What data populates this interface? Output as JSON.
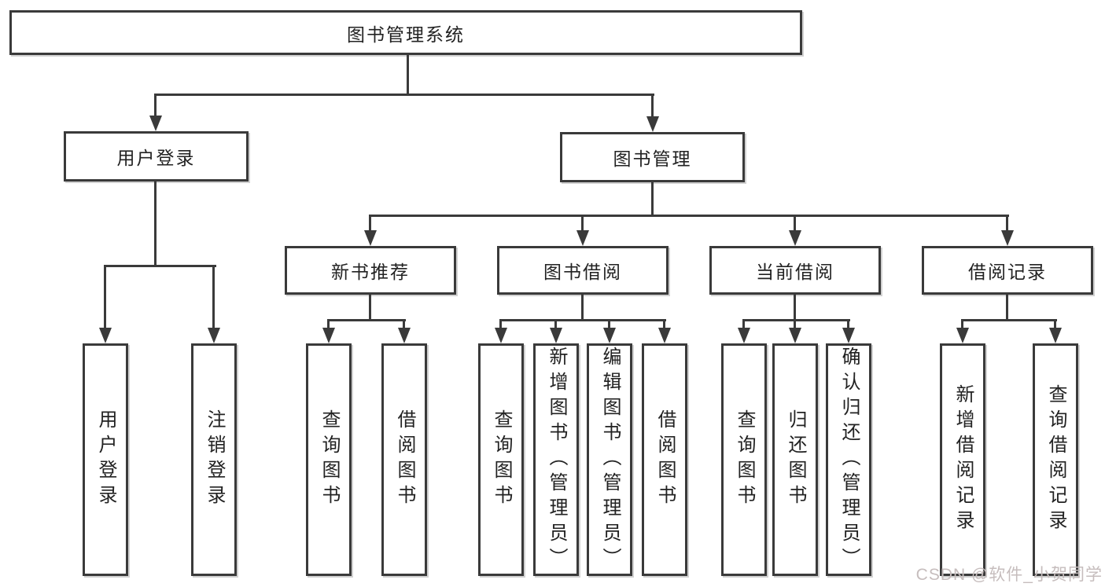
{
  "colors": {
    "line": "#3a3a3a",
    "text": "#222222",
    "box_background": "#ffffff",
    "watermark": "#c6bdbd",
    "background": "#ffffff"
  },
  "nodes": {
    "root": "图书管理系统",
    "user_login": "用户登录",
    "book_mgmt": "图书管理",
    "new_book": "新书推荐",
    "book_borrow": "图书借阅",
    "current_borrow": "当前借阅",
    "borrow_record": "借阅记录",
    "leaves": {
      "user_login": [
        "用户登录",
        "注销登录"
      ],
      "new_book": [
        "查询图书",
        "借阅图书"
      ],
      "book_borrow": [
        "查询图书",
        "新增图书（管理员）",
        "编辑图书（管理员）",
        "借阅图书"
      ],
      "current_borrow": [
        "查询图书",
        "归还图书",
        "确认归还（管理员）"
      ],
      "borrow_record": [
        "新增借阅记录",
        "查询借阅记录"
      ]
    }
  },
  "watermark": "CSDN @软件_小贺同学"
}
